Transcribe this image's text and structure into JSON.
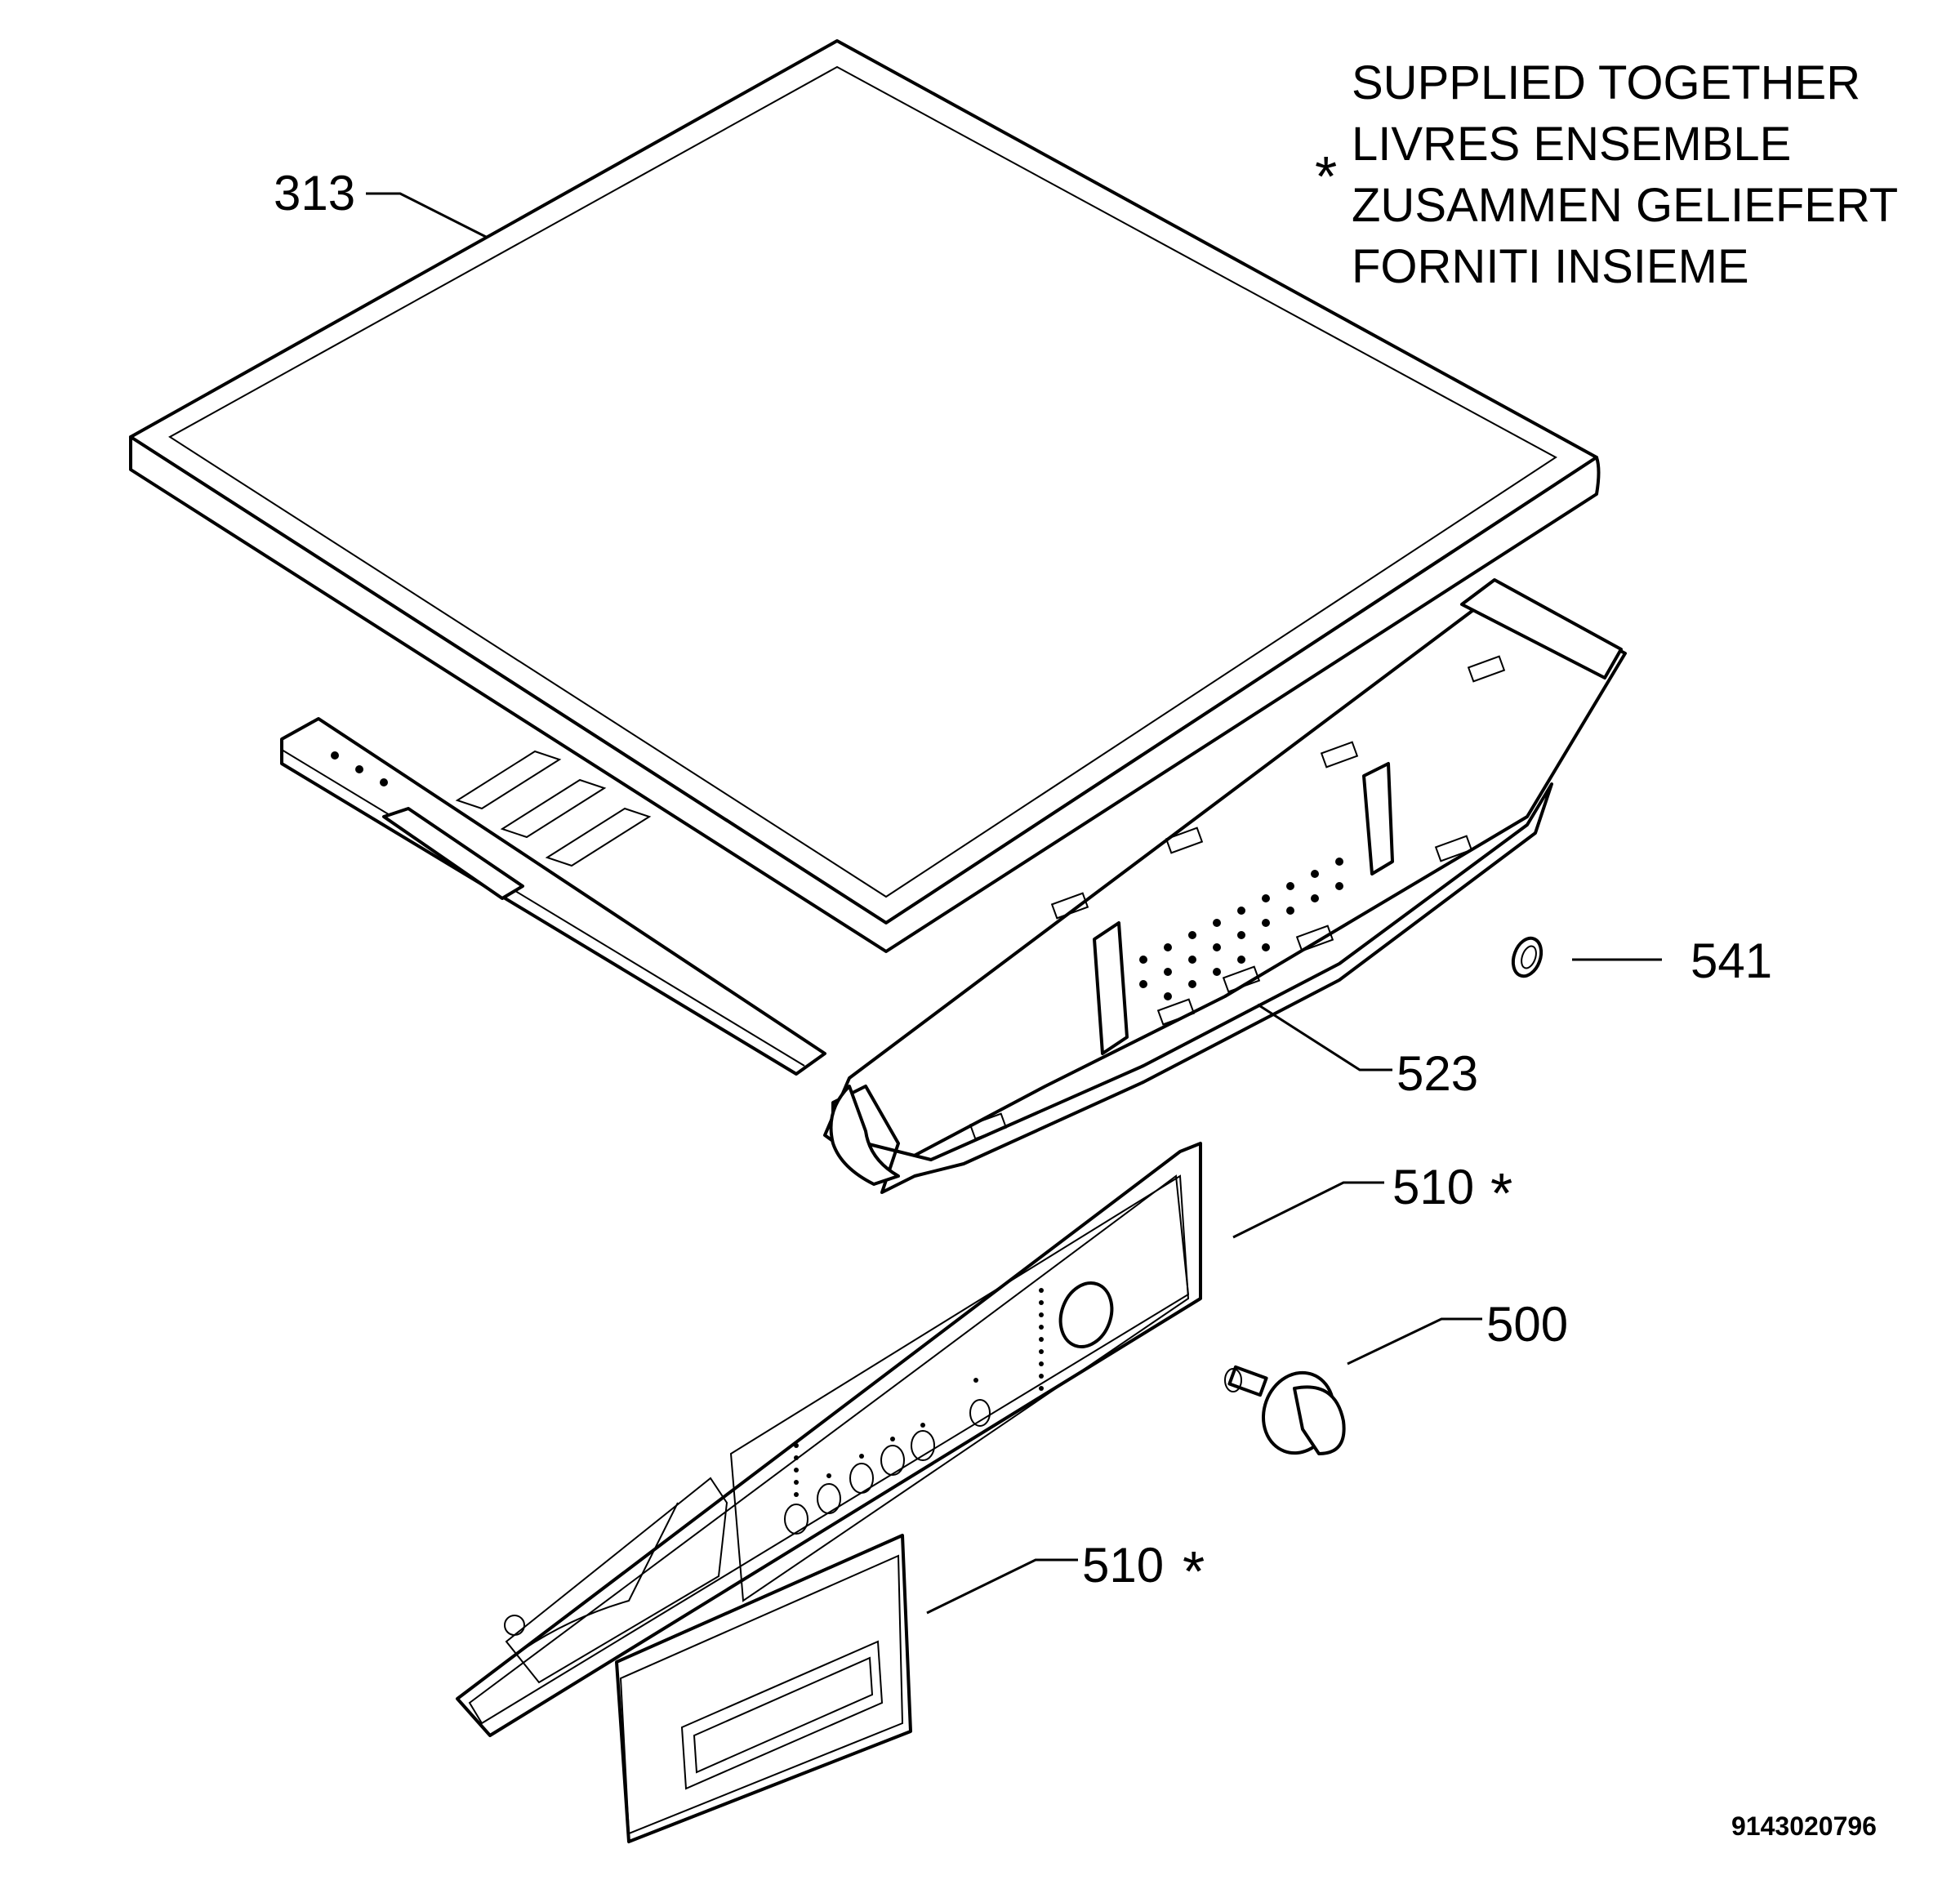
{
  "legend": {
    "symbol": "*",
    "lines": [
      "SUPPLIED TOGETHER",
      "LIVRES ENSEMBLE",
      "ZUSAMMEN GELIEFERT",
      "FORNITI INSIEME"
    ]
  },
  "parts": {
    "top_cover": "313",
    "panel_frame": "523",
    "seal_ring": "541",
    "control_panel": "510",
    "knob": "500",
    "drawer_front": "510",
    "star": "*"
  },
  "drawing_number": "9143020796"
}
